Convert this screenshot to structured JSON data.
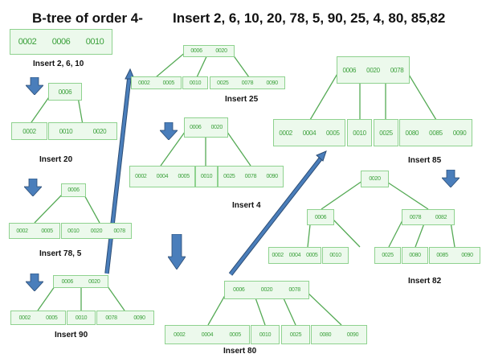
{
  "header": {
    "title": "B-tree of order 4-",
    "sequence": "Insert  2, 6, 10, 20, 78, 5, 90, 25, 4, 80, 85,82"
  },
  "colors": {
    "node_fill": "#ecf9ec",
    "node_border": "#8fd28f",
    "key_text": "#3aa03a",
    "edge": "#55aa55",
    "arrow_fill": "#4a7ebb",
    "arrow_stroke": "#2c4d75"
  },
  "steps": [
    {
      "label": "Insert 2, 6, 10",
      "nodes": [
        [
          "0002",
          "0006",
          "0010"
        ]
      ]
    },
    {
      "label": "Insert  20",
      "root": [
        "0006"
      ],
      "leaves": [
        [
          "0002"
        ],
        [
          "0010",
          "0020"
        ]
      ]
    },
    {
      "label": "Insert 78, 5",
      "root": [
        "0006"
      ],
      "leaves": [
        [
          "0002",
          "0005"
        ],
        [
          "0010",
          "0020",
          "0078"
        ]
      ]
    },
    {
      "label": "Insert 90",
      "root": [
        "0006",
        "0020"
      ],
      "leaves": [
        [
          "0002",
          "0005"
        ],
        [
          "0010"
        ],
        [
          "0078",
          "0090"
        ]
      ]
    },
    {
      "label": "Insert  25",
      "root": [
        "0006",
        "0020"
      ],
      "leaves": [
        [
          "0002",
          "0005"
        ],
        [
          "0010"
        ],
        [
          "0025",
          "0078",
          "0090"
        ]
      ]
    },
    {
      "label": "Insert  4",
      "root": [
        "0006",
        "0020"
      ],
      "leaves": [
        [
          "0002",
          "0004",
          "0005"
        ],
        [
          "0010"
        ],
        [
          "0025",
          "0078",
          "0090"
        ]
      ]
    },
    {
      "label": "Insert  80",
      "root": [
        "0006",
        "0020",
        "0078"
      ],
      "leaves": [
        [
          "0002",
          "0004",
          "0005"
        ],
        [
          "0010"
        ],
        [
          "0025"
        ],
        [
          "0080",
          "0090"
        ]
      ]
    },
    {
      "label": "Insert  85",
      "root": [
        "0006",
        "0020",
        "0078"
      ],
      "leaves": [
        [
          "0002",
          "0004",
          "0005"
        ],
        [
          "0010"
        ],
        [
          "0025"
        ],
        [
          "0080",
          "0085",
          "0090"
        ]
      ]
    },
    {
      "label": "Insert  82",
      "root": [
        "0020"
      ],
      "internal": [
        [
          "0006"
        ],
        [
          "0078",
          "0082"
        ]
      ],
      "leaves": [
        [
          "0002",
          "0004",
          "0005"
        ],
        [
          "0010"
        ],
        [
          "0025"
        ],
        [
          "0080"
        ],
        [
          "0085",
          "0090"
        ]
      ]
    }
  ]
}
